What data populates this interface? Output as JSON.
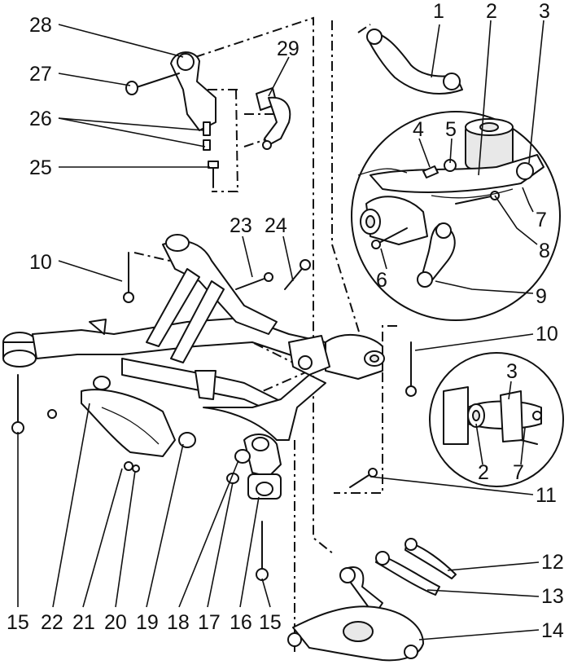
{
  "labels": [
    {
      "id": "1",
      "text": "1"
    },
    {
      "id": "2a",
      "text": "2"
    },
    {
      "id": "3a",
      "text": "3"
    },
    {
      "id": "4",
      "text": "4"
    },
    {
      "id": "5",
      "text": "5"
    },
    {
      "id": "6",
      "text": "6"
    },
    {
      "id": "7a",
      "text": "7"
    },
    {
      "id": "8",
      "text": "8"
    },
    {
      "id": "9",
      "text": "9"
    },
    {
      "id": "10a",
      "text": "10"
    },
    {
      "id": "10b",
      "text": "10"
    },
    {
      "id": "11",
      "text": "11"
    },
    {
      "id": "12",
      "text": "12"
    },
    {
      "id": "13",
      "text": "13"
    },
    {
      "id": "14",
      "text": "14"
    },
    {
      "id": "15a",
      "text": "15"
    },
    {
      "id": "15b",
      "text": "15"
    },
    {
      "id": "16",
      "text": "16"
    },
    {
      "id": "17",
      "text": "17"
    },
    {
      "id": "18",
      "text": "18"
    },
    {
      "id": "19",
      "text": "19"
    },
    {
      "id": "20",
      "text": "20"
    },
    {
      "id": "21",
      "text": "21"
    },
    {
      "id": "22",
      "text": "22"
    },
    {
      "id": "23",
      "text": "23"
    },
    {
      "id": "24",
      "text": "24"
    },
    {
      "id": "25",
      "text": "25"
    },
    {
      "id": "26",
      "text": "26"
    },
    {
      "id": "27",
      "text": "27"
    },
    {
      "id": "28",
      "text": "28"
    },
    {
      "id": "29",
      "text": "29"
    },
    {
      "id": "2b",
      "text": "2"
    },
    {
      "id": "3b",
      "text": "3"
    },
    {
      "id": "7b",
      "text": "7"
    }
  ]
}
